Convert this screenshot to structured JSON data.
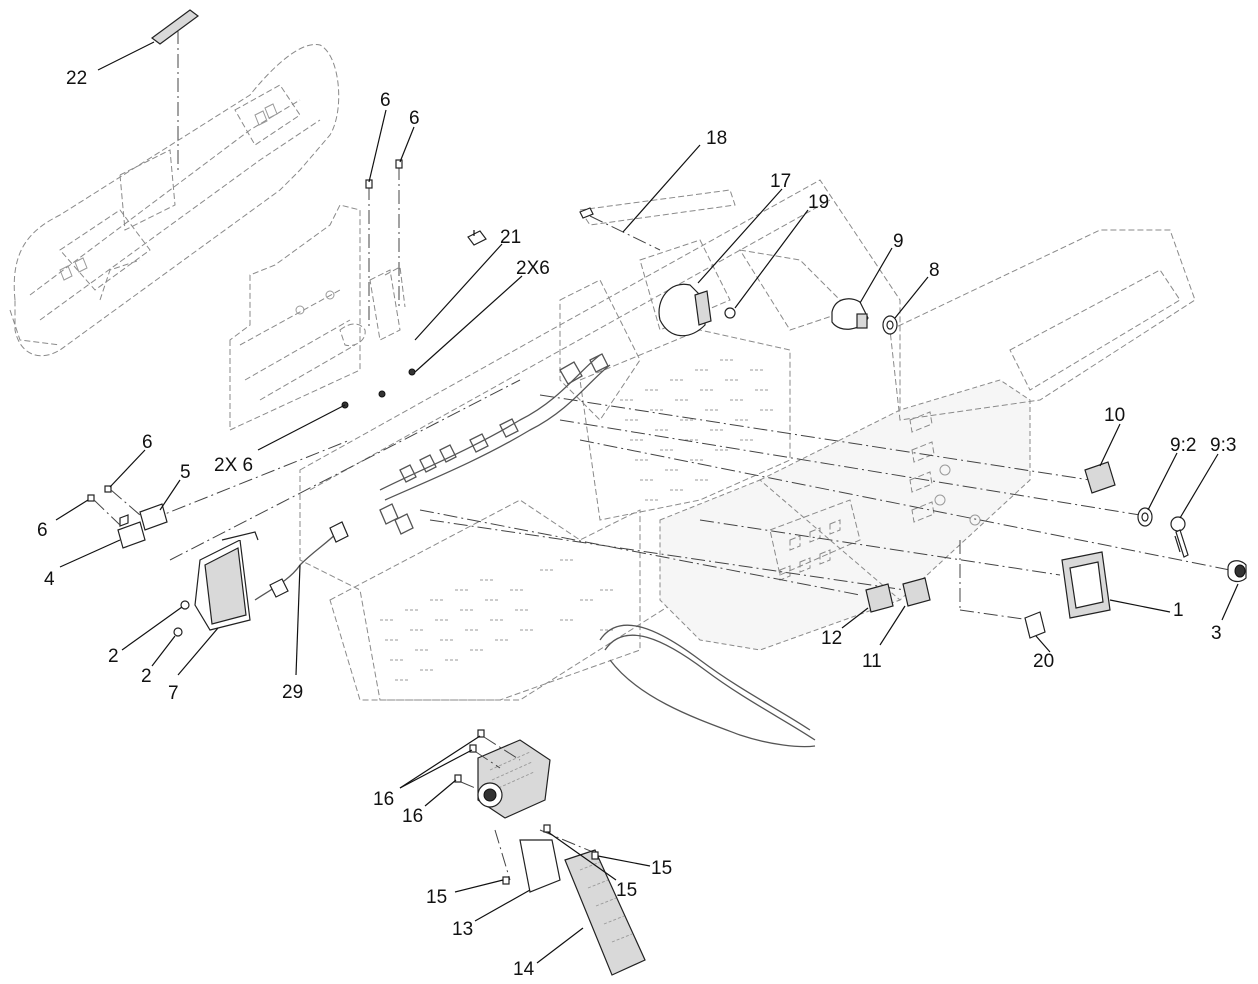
{
  "callouts": {
    "c22": "22",
    "c6a": "6",
    "c6b": "6",
    "c18": "18",
    "c17": "17",
    "c19": "19",
    "c21": "21",
    "c2x6a": "2X6",
    "c9": "9",
    "c8": "8",
    "c10": "10",
    "c9_2": "9:2",
    "c9_3": "9:3",
    "c2x6b": "2X 6",
    "c6c": "6",
    "c5": "5",
    "c6d": "6",
    "c4": "4",
    "c2a": "2",
    "c2b": "2",
    "c7": "7",
    "c29": "29",
    "c1": "1",
    "c3": "3",
    "c12": "12",
    "c11": "11",
    "c20": "20",
    "c16a": "16",
    "c16b": "16",
    "c15a": "15",
    "c15b": "15",
    "c15c": "15",
    "c13": "13",
    "c14": "14"
  }
}
